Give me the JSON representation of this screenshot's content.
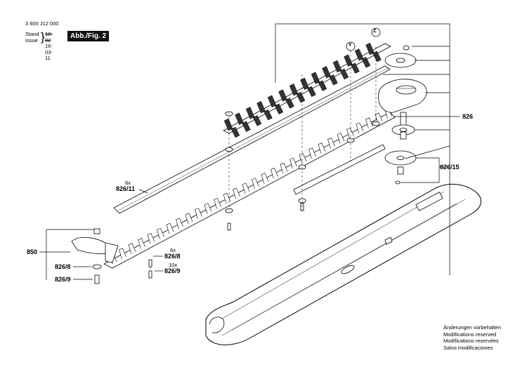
{
  "header": {
    "part_number": "3 600 J12 000",
    "stand_label": "Stand",
    "issue_label": "Issue",
    "stand_date_old": "18-02",
    "issue_date": "16-03-11",
    "figure_badge": "Abb./Fig. 2"
  },
  "callouts": {
    "z": "Z",
    "y": "Y",
    "p826": "826",
    "p826_15": "826/15",
    "p826_11_qty": "8x",
    "p826_11": "826/11",
    "p850": "850",
    "p826_8_left": "826/8",
    "p826_9_left": "826/9",
    "p826_8_qty": "6x",
    "p826_8": "826/8",
    "p826_9_qty": "10x",
    "p826_9": "826/9"
  },
  "modifications": [
    "Änderungen vorbehalten",
    "Modifications reserved",
    "Modifications reservées",
    "Salvo modificaciones"
  ]
}
